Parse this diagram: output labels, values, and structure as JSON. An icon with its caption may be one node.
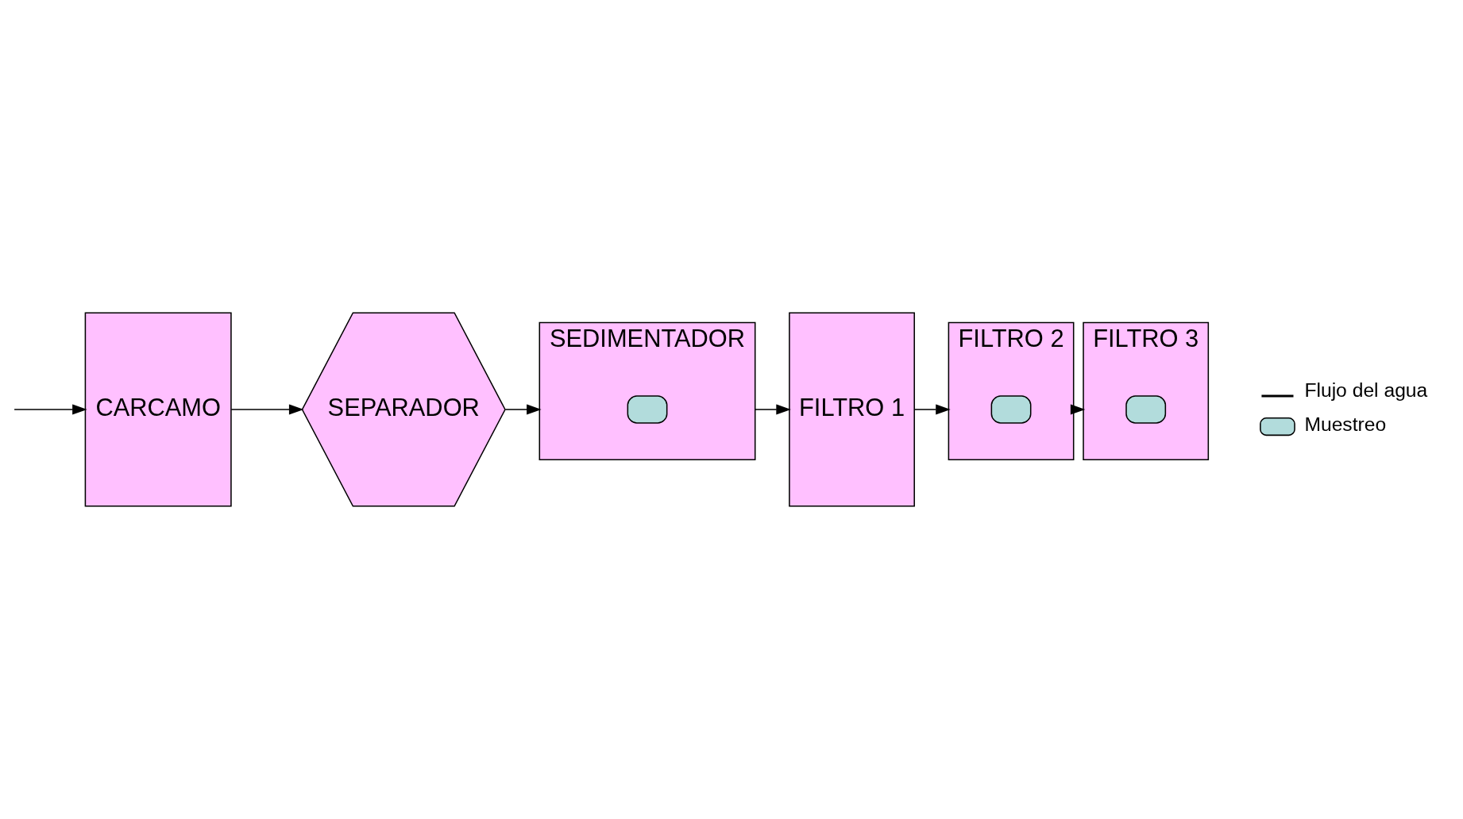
{
  "diagram": {
    "nodes": [
      {
        "text": [
          "SEPARADOR"
        ]
      },
      {
        "text": [
          "CARCAMO"
        ]
      },
      {
        "text": [
          "SEDIMENTADOR"
        ]
      },
      {
        "text": [],
        "shape": "box",
        "in": 2
      },
      {
        "text": [
          "FILTRO 3"
        ]
      },
      {
        "text": [],
        "shape": "box",
        "in": 4
      },
      {
        "text": [
          "FILTRO 2"
        ]
      },
      {
        "text": [],
        "shape": "box",
        "in": 6
      },
      {
        "text": [
          "FILTRO 1"
        ]
      }
    ],
    "edges": [
      {
        "from": null,
        "to": 1,
        "arrow": "to"
      },
      {
        "from": 1,
        "to": 0,
        "arrow": "to"
      },
      {
        "from": 0,
        "to": 2,
        "arrow": "to"
      },
      {
        "from": 2,
        "to": 8,
        "arrow": "to"
      },
      {
        "from": 8,
        "to": 6,
        "arrow": "to"
      },
      {
        "from": 6,
        "to": 4,
        "arrow": "to"
      }
    ],
    "legend": [
      {
        "text": "Flujo del agua"
      },
      {
        "text": "Muestreo",
        "color": "#b2dcdc"
      }
    ]
  }
}
